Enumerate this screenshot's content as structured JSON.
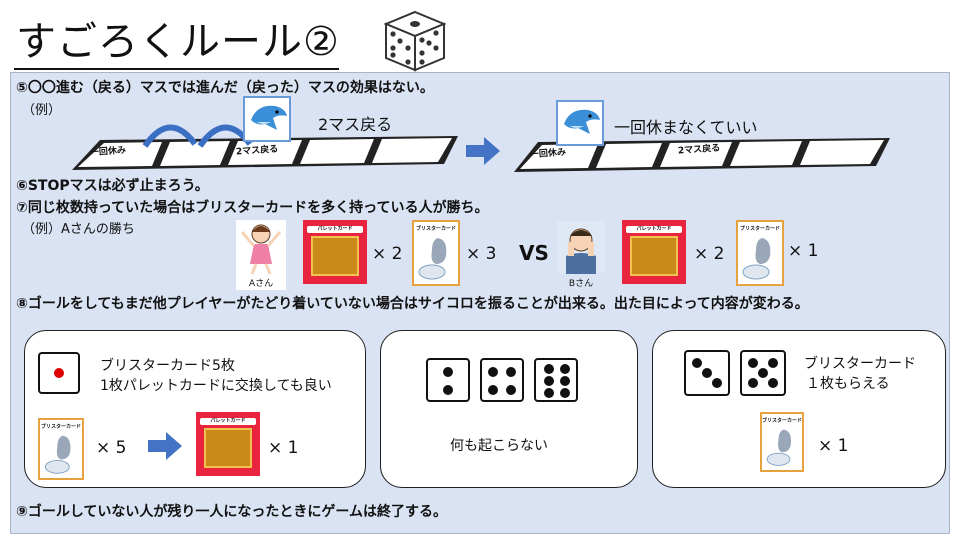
{
  "title": "すごろくルール②",
  "rules": {
    "r5": "⑤〇〇進む（戻る）マスでは進んだ（戻った）マスの効果はない。",
    "r5_example": "（例）",
    "r5_back_label": "2マス戻る",
    "r5_rest_label": "一回休まなくていい",
    "square_rest": "一回休み",
    "square_back": "2マス戻る",
    "r6": "⑥STOPマスは必ず止まろう。",
    "r7": "⑦同じ枚数持っていた場合はブリスターカードを多く持っている人が勝ち。",
    "r7_example": "（例）Aさんの勝ち",
    "person_a": "Aさん",
    "person_b": "Bさん",
    "a_pallet_count": "× 2",
    "a_blister_count": "× 3",
    "vs": "VS",
    "b_pallet_count": "× 2",
    "b_blister_count": "× 1",
    "r8": "⑧ゴールをしてもまだ他プレイヤーがたどり着いていない場合はサイコロを振ることが出来る。出た目によって内容が変わる。",
    "r9": "⑨ゴールしていない人が残り一人になったときにゲームは終了する。"
  },
  "cards": {
    "blister": "ブリスターカード",
    "pallet": "パレットカード"
  },
  "outcomes": {
    "one": {
      "line1": "ブリスターカード5枚",
      "line2": "1枚パレットカードに交換しても良い",
      "blister_count": "× 5",
      "pallet_count": "× 1"
    },
    "middle": {
      "text": "何も起こらない"
    },
    "high": {
      "line1": "ブリスターカード",
      "line2": "１枚もらえる",
      "blister_count": "× 1"
    }
  },
  "colors": {
    "panel": "#dae3f3",
    "arrow": "#4472c4",
    "pallet": "#e8243f",
    "die_one_pip": "#e00000"
  }
}
